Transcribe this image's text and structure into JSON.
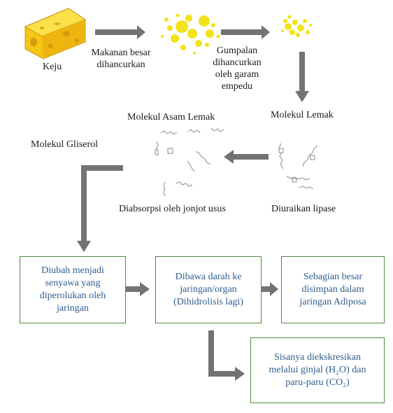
{
  "labels": {
    "keju": "Keju",
    "makanan_besar": [
      "Makanan besar",
      "dihancurkan"
    ],
    "gumpalan": [
      "Gumpalan",
      "dihancurkan",
      "oleh garam",
      "empedu"
    ],
    "molekul_lemak": "Molekul Lemak",
    "molekul_asam_lemak": "Molekul Asam Lemak",
    "molekul_gliserol": "Molekul Gliserol",
    "diabsorpsi": "Diabsorpsi oleh jonjot usus",
    "diuraikan": "Diuraikan lipase"
  },
  "boxes": {
    "diubah": [
      "Diubah menjadi",
      "senyawa yang",
      "diperolukan oleh",
      "jaringan"
    ],
    "dibawa": [
      "Dibawa darah ke",
      "jaringan/organ",
      "(Dihidrolisis lagi)"
    ],
    "sebagian": [
      "Sebagian besar",
      "disimpan dalam",
      "jaringan Adiposa"
    ],
    "sisanya": [
      "Sisanya diekskresikan",
      "melalui ginjal (H₂O) dan",
      "paru-paru (CO₂)"
    ]
  },
  "colors": {
    "arrow": "#737373",
    "box_border": "#4f8a3c",
    "box_text": "#2e5d8f",
    "cheese": "#f5c518",
    "fat": "#f2e21a"
  }
}
